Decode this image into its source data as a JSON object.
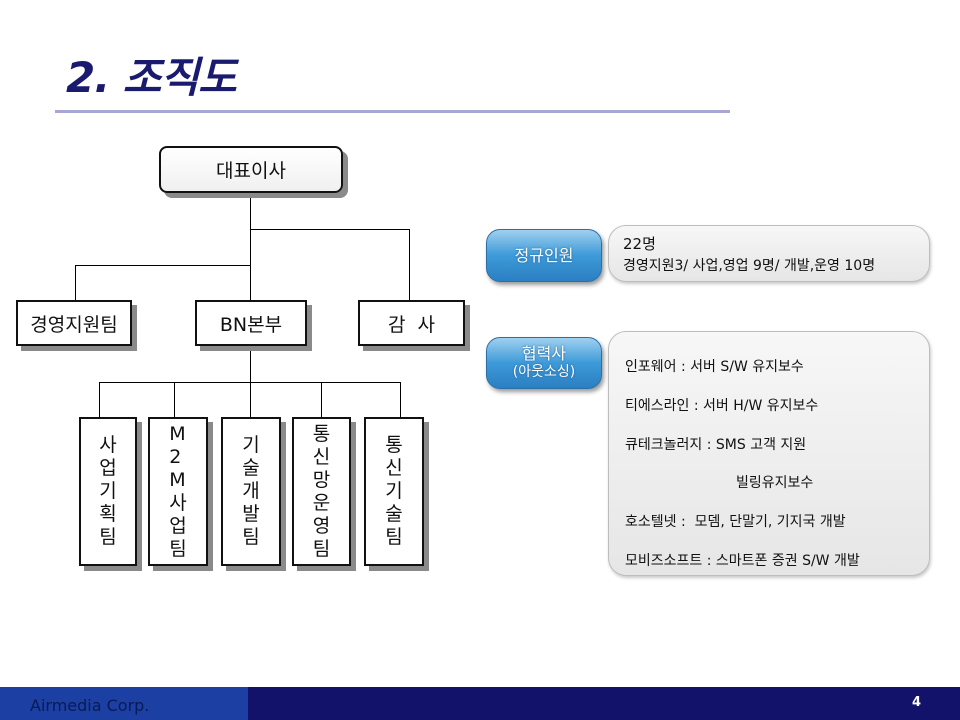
{
  "header": {
    "title": "2. 조직도"
  },
  "org": {
    "ceo": "대표이사",
    "mgmt": "경영지원팀",
    "bn": "BN본부",
    "audit": "감  사",
    "teams": [
      "사업기획팀",
      "M2M사업팀",
      "기술개발팀",
      "통신망운영팀",
      "통신기술팀"
    ]
  },
  "staff": {
    "label": "정규인원",
    "line1": "22명",
    "line2": "경영지원3/ 사업,영업 9명/ 개발,운영 10명"
  },
  "partners": {
    "label": "협력사",
    "sublabel": "(아웃소싱)",
    "items": [
      "인포웨어 : 서버 S/W 유지보수",
      "티에스라인 : 서버 H/W 유지보수",
      "큐테크놀러지 : SMS 고객 지원",
      "빌링유지보수",
      "호소텔넷 :  모뎀, 단말기, 기지국 개발",
      "모비즈소프트 : 스마트폰 증권 S/W 개발"
    ]
  },
  "footer": {
    "company": "Airmedia Corp.",
    "page": "4"
  }
}
